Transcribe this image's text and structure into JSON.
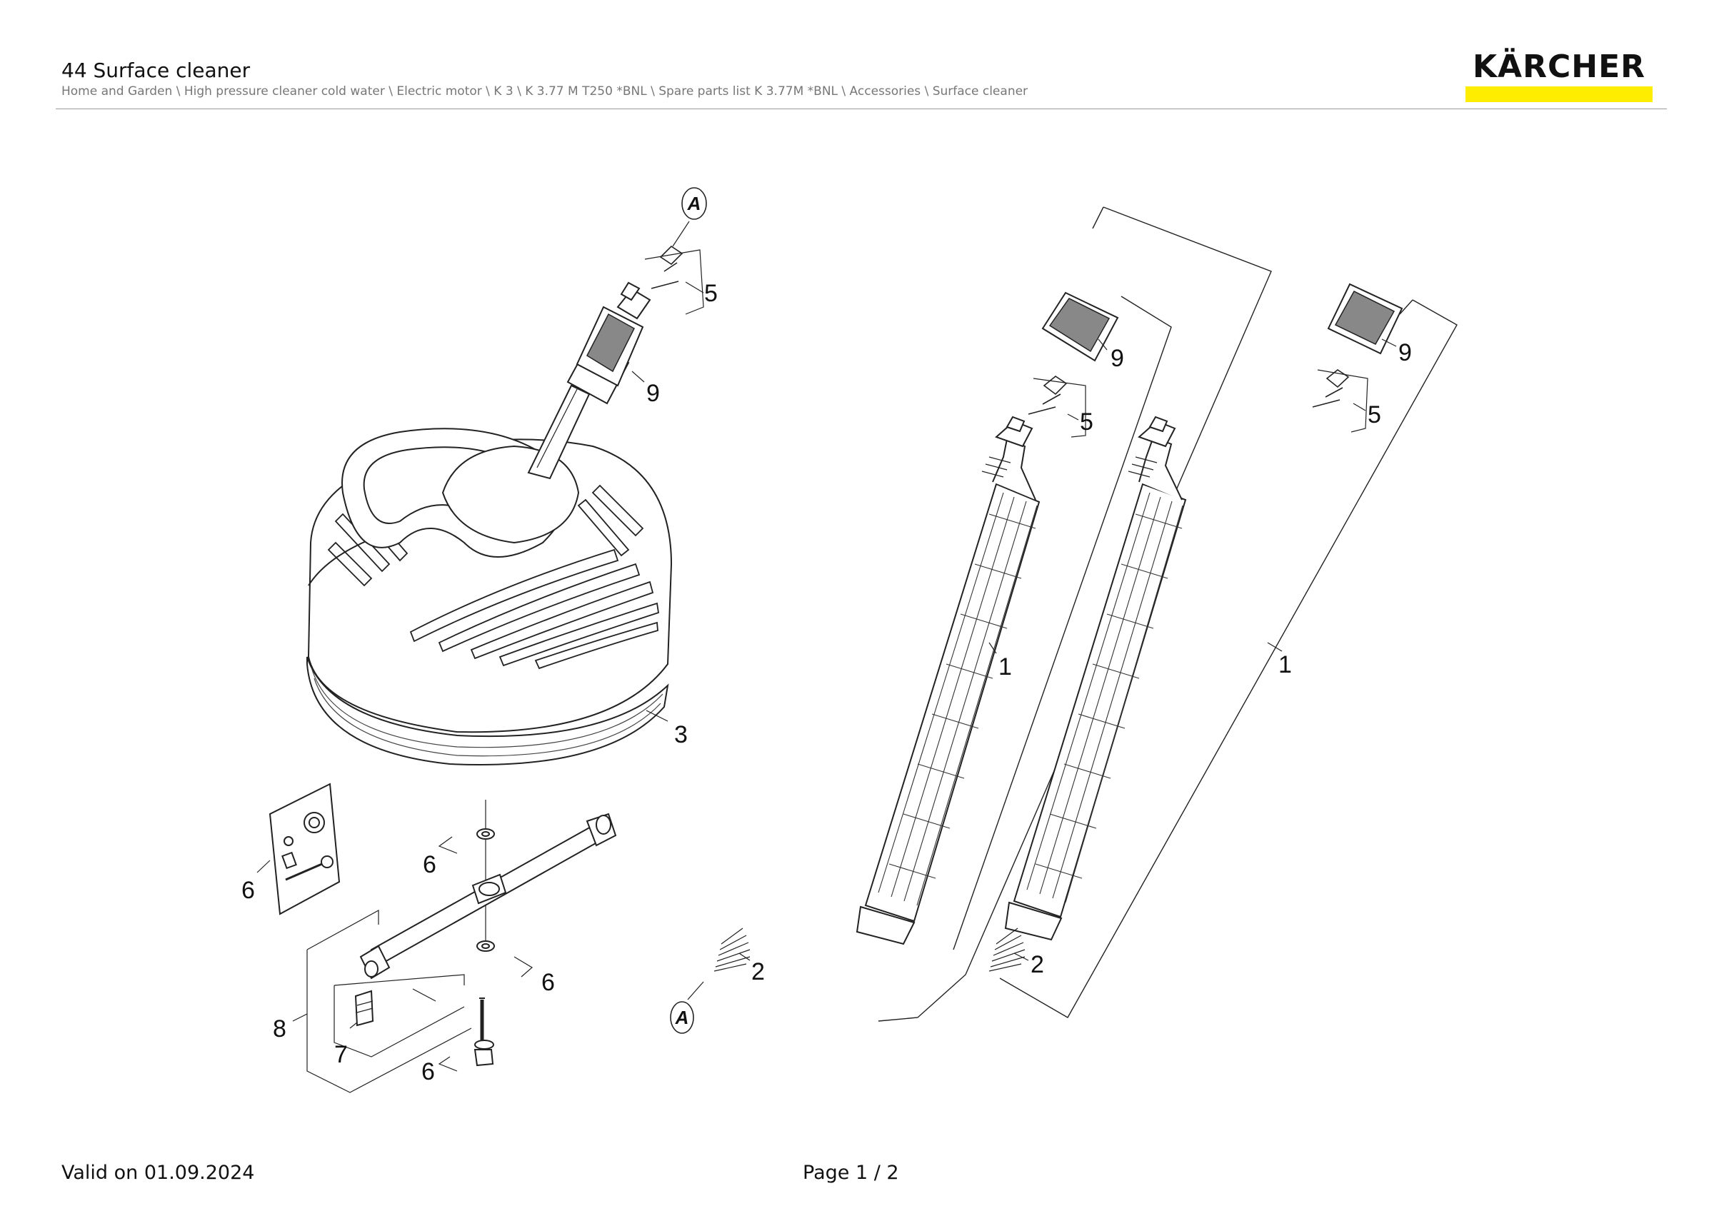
{
  "header": {
    "title": "44 Surface cleaner",
    "breadcrumb": "Home and Garden \\ High pressure cleaner cold water \\ Electric motor \\ K 3 \\ K 3.77 M T250 *BNL \\ Spare parts list K 3.77M *BNL \\ Accessories \\ Surface cleaner"
  },
  "logo": {
    "text": "KÄRCHER",
    "accent_color": "#ffed00"
  },
  "diagram": {
    "connector_label": "A",
    "callouts": {
      "surface_cleaner_5": "5",
      "surface_cleaner_9": "9",
      "surface_cleaner_3": "3",
      "plate_6": "6",
      "arm_top_6": "6",
      "arm_right_6": "6",
      "arm_bottom_6": "6",
      "arm_8": "8",
      "arm_7": "7",
      "lance1_9": "9",
      "lance1_5": "5",
      "lance1_1": "1",
      "lance1_2": "2",
      "lance2_9": "9",
      "lance2_5": "5",
      "lance2_1": "1",
      "lance2_2": "2"
    }
  },
  "footer": {
    "valid": "Valid on 01.09.2024",
    "page": "Page 1 / 2"
  }
}
